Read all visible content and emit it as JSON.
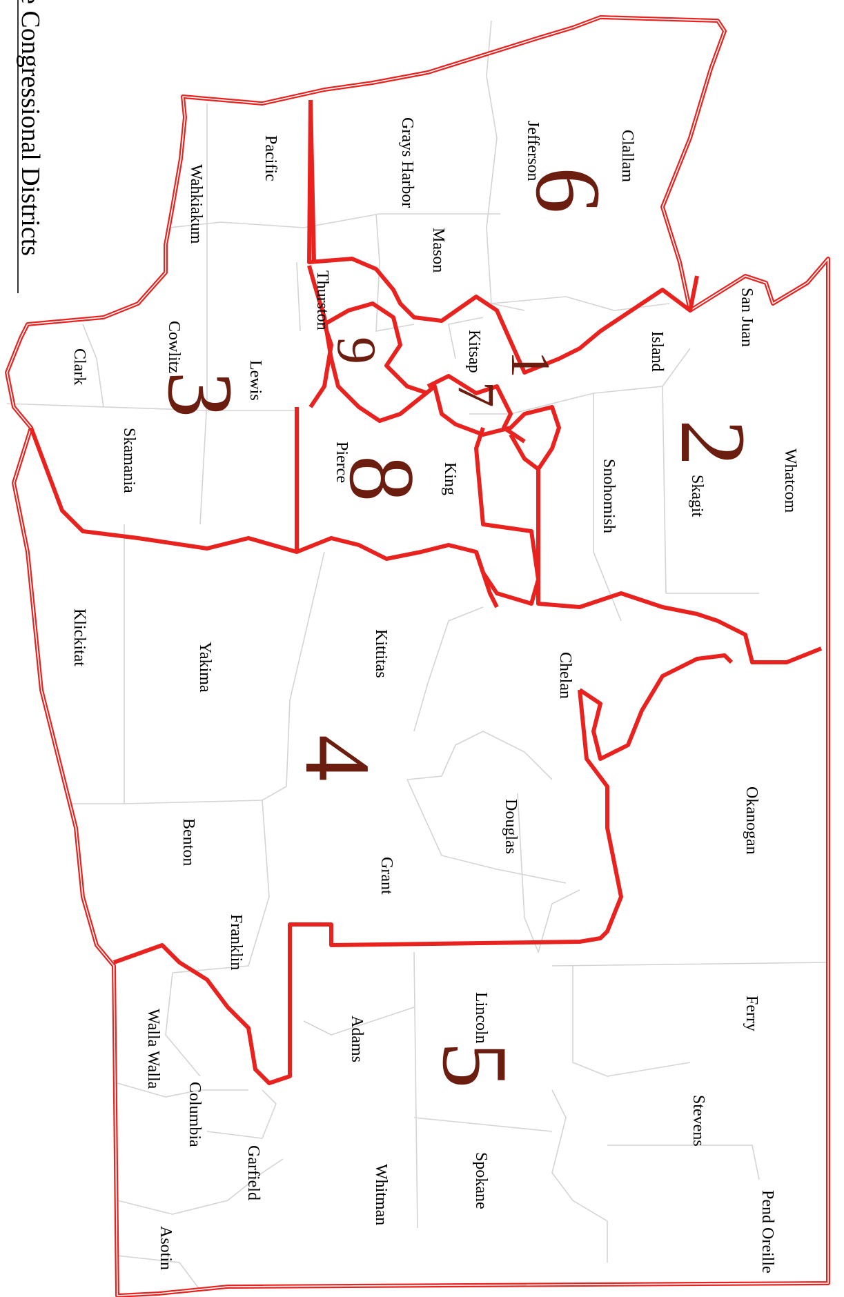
{
  "title": "de Congressional Districts",
  "colors": {
    "district_boundary": "#e8231f",
    "county_boundary": "#d4d4d4",
    "district_number": "#6b1d10",
    "county_label": "#000000",
    "background": "#ffffff"
  },
  "counties": [
    {
      "id": "clallam",
      "name": "Clallam"
    },
    {
      "id": "jefferson",
      "name": "Jefferson"
    },
    {
      "id": "grays-harbor",
      "name": "Grays Harbor"
    },
    {
      "id": "pacific",
      "name": "Pacific"
    },
    {
      "id": "wahkiakum",
      "name": "Wahkiakum"
    },
    {
      "id": "mason",
      "name": "Mason"
    },
    {
      "id": "thurston",
      "name": "Thurston"
    },
    {
      "id": "san-juan",
      "name": "San Juan"
    },
    {
      "id": "island",
      "name": "Island"
    },
    {
      "id": "kitsap",
      "name": "Kitsap"
    },
    {
      "id": "cowlitz",
      "name": "Cowlitz"
    },
    {
      "id": "lewis",
      "name": "Lewis"
    },
    {
      "id": "clark",
      "name": "Clark"
    },
    {
      "id": "skamania",
      "name": "Skamania"
    },
    {
      "id": "pierce",
      "name": "Pierce"
    },
    {
      "id": "king",
      "name": "King"
    },
    {
      "id": "snohomish",
      "name": "Snohomish"
    },
    {
      "id": "skagit",
      "name": "Skagit"
    },
    {
      "id": "whatcom",
      "name": "Whatcom"
    },
    {
      "id": "klickitat",
      "name": "Klickitat"
    },
    {
      "id": "yakima",
      "name": "Yakima"
    },
    {
      "id": "kittitas",
      "name": "Kittitas"
    },
    {
      "id": "chelan",
      "name": "Chelan"
    },
    {
      "id": "douglas",
      "name": "Douglas"
    },
    {
      "id": "okanogan",
      "name": "Okanogan"
    },
    {
      "id": "benton",
      "name": "Benton"
    },
    {
      "id": "grant",
      "name": "Grant"
    },
    {
      "id": "franklin",
      "name": "Franklin"
    },
    {
      "id": "walla-walla",
      "name": "Walla Walla"
    },
    {
      "id": "adams",
      "name": "Adams"
    },
    {
      "id": "lincoln",
      "name": "Lincoln"
    },
    {
      "id": "ferry",
      "name": "Ferry"
    },
    {
      "id": "columbia",
      "name": "Columbia"
    },
    {
      "id": "garfield",
      "name": "Garfield"
    },
    {
      "id": "asotin",
      "name": "Asotin"
    },
    {
      "id": "whitman",
      "name": "Whitman"
    },
    {
      "id": "spokane",
      "name": "Spokane"
    },
    {
      "id": "stevens",
      "name": "Stevens"
    },
    {
      "id": "pend-oreille",
      "name": "Pend Oreille"
    }
  ],
  "districts": [
    {
      "id": "1",
      "number": "1"
    },
    {
      "id": "2",
      "number": "2"
    },
    {
      "id": "3",
      "number": "3"
    },
    {
      "id": "4",
      "number": "4"
    },
    {
      "id": "5",
      "number": "5"
    },
    {
      "id": "6",
      "number": "6"
    },
    {
      "id": "7",
      "number": "7"
    },
    {
      "id": "8",
      "number": "8"
    },
    {
      "id": "9",
      "number": "9"
    }
  ]
}
